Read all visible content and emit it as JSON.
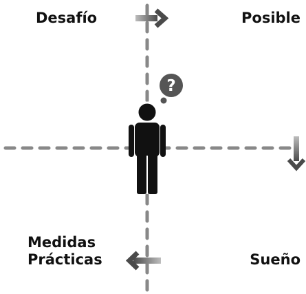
{
  "quadrants": {
    "top_left": "Desafío",
    "top_right": "Posible",
    "bottom_left": [
      "Medidas",
      "Prácticas"
    ],
    "bottom_right": "Sueño"
  },
  "icons": {
    "center": "person-icon",
    "thought": "question-bubble-icon",
    "arrows": [
      "arrow-right-icon",
      "arrow-down-icon",
      "arrow-left-icon"
    ]
  },
  "colors": {
    "text": "#111111",
    "dashed_line": "#888888",
    "person": "#111111",
    "question_bubble": "#555555"
  }
}
